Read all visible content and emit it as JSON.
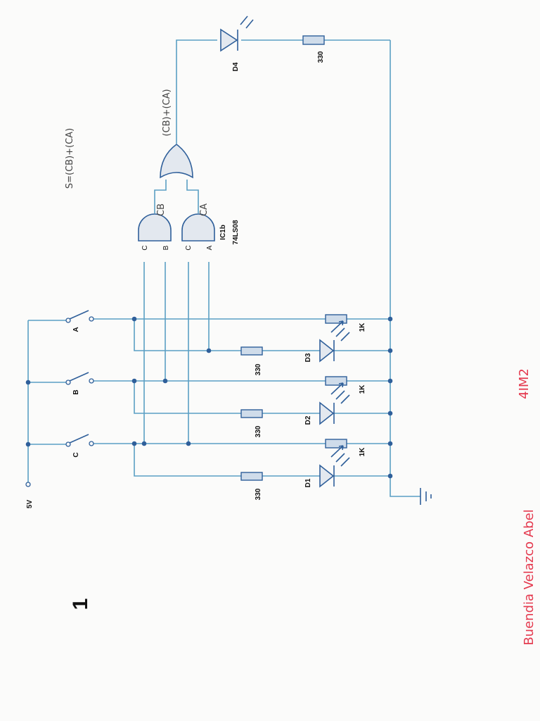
{
  "page_number": "1",
  "handwritten": {
    "equation": "S=(CB)+(CA)",
    "or_output": "(CB)+(CA)",
    "and1_output": "CB",
    "and2_output": "CA"
  },
  "signature": {
    "name": "Buendia  Velazco  Abel",
    "group": "4IM2"
  },
  "supply": {
    "label": "5V"
  },
  "switches": [
    "A",
    "B",
    "C"
  ],
  "gate": {
    "ref": "IC1b",
    "part": "74LS08"
  },
  "gate_pins": {
    "and1_a": "C",
    "and1_b": "B",
    "and2_a": "C",
    "and2_b": "A"
  },
  "diodes": [
    "D1",
    "D2",
    "D3",
    "D4"
  ],
  "resistors": {
    "led_series": "330",
    "pullup": "1K"
  },
  "colors": {
    "wire": "#5b9fc4",
    "symbol": "#2f5f9a",
    "ink_red": "#e4394e"
  }
}
